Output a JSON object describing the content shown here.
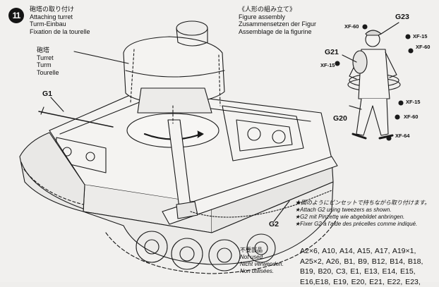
{
  "step": {
    "number": "11",
    "title_jp": "砲塔の取り付け",
    "title_en": "Attaching turret",
    "title_de": "Turm-Einbau",
    "title_fr": "Fixation de la tourelle"
  },
  "turret_label": {
    "jp": "砲塔",
    "en": "Turret",
    "de": "Turm",
    "fr": "Tourelle"
  },
  "figure": {
    "title_jp": "《人形の組み立て》",
    "title_en": "Figure assembly",
    "title_de": "Zusammensetzen der Figur",
    "title_fr": "Assemblage de la figurine"
  },
  "callouts": {
    "g23": "G23",
    "g21": "G21",
    "g20": "G20",
    "g1": "G1",
    "g2": "G2"
  },
  "paints": [
    "XF-60",
    "XF-15",
    "XF-60",
    "XF-15",
    "XF-15",
    "XF-60",
    "XF-64"
  ],
  "notes": {
    "jp": "★図のようにピンセットで持ちながら取り付けます。",
    "en": "★Attach G2 using tweezers as shown.",
    "de": "★G2 mit Pinzette wie abgebildet anbringen.",
    "fr": "★Fixer G2 à l'aide des précelles comme indiqué."
  },
  "not_used": {
    "jp": "不要部品",
    "en": "Not used.",
    "de": "Nicht verwenden.",
    "fr": "Non utilisées.",
    "parts": "A2×6, A10, A14, A15, A17, A19×1, A25×2, A26, B1, B9, B12, B14, B18, B19, B20, C3, E1, E13, E14, E15, E16,E18, E19, E20, E21, E22, E23,"
  }
}
